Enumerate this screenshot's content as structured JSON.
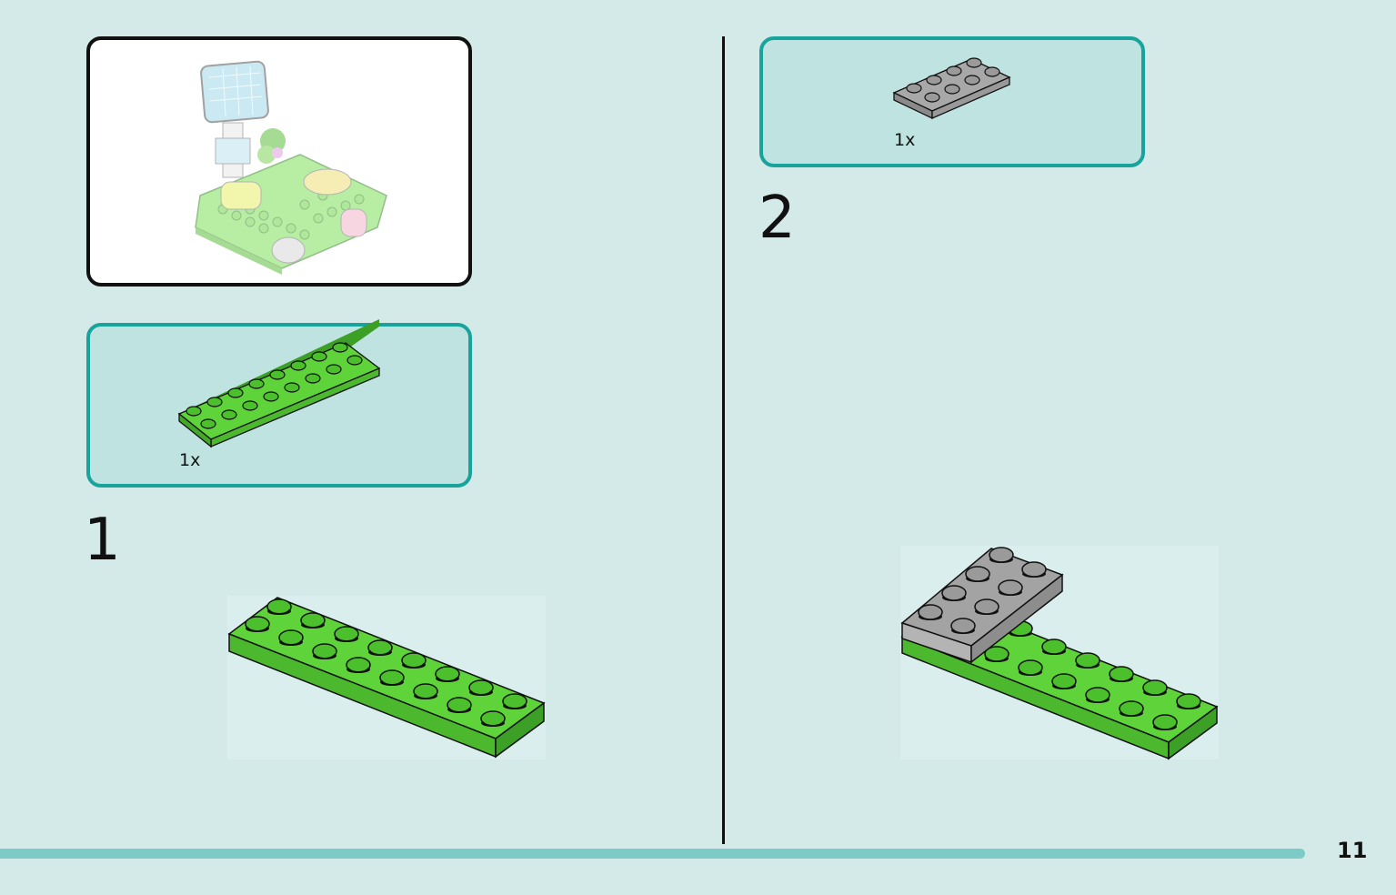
{
  "page": {
    "number": "11",
    "background": "#d3eae8",
    "accent": "#18a39c",
    "bar_color": "#7ccbc6"
  },
  "preview": {
    "icon": "completed-model-preview"
  },
  "steps": [
    {
      "number": "1",
      "parts": [
        {
          "quantity": "1x",
          "part": "plate-2x8",
          "color": "#5ed33a"
        }
      ]
    },
    {
      "number": "2",
      "parts": [
        {
          "quantity": "1x",
          "part": "plate-2x4",
          "color": "#a3a3a3"
        }
      ]
    }
  ]
}
